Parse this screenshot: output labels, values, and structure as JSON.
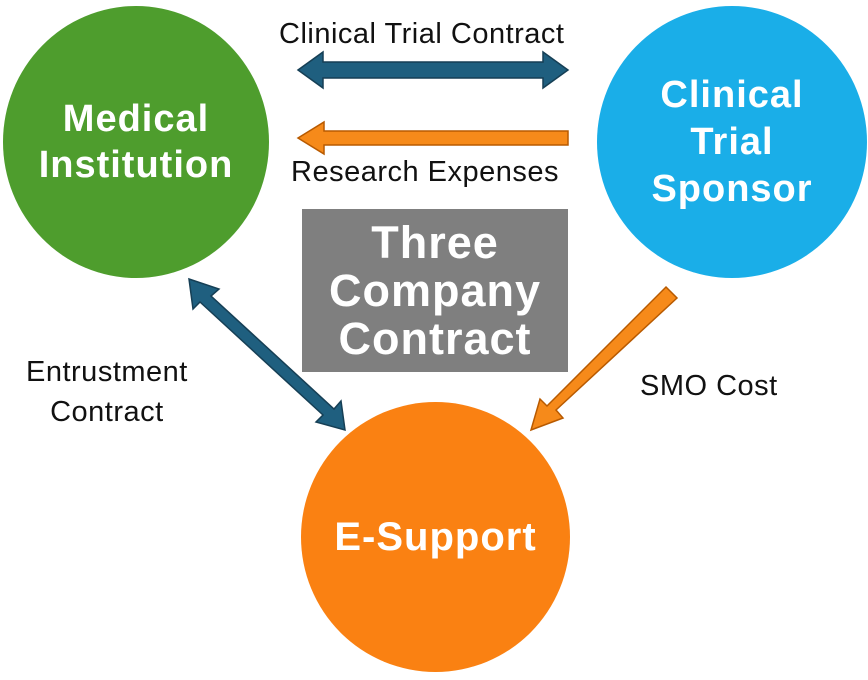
{
  "nodes": {
    "medical": "Medical\nInstitution",
    "sponsor": "Clinical\nTrial\nSponsor",
    "esupport": "E-Support"
  },
  "center": "Three\nCompany\nContract",
  "labels": {
    "clinical_trial_contract": "Clinical Trial Contract",
    "research_expenses": "Research Expenses",
    "entrustment_contract": "Entrustment\nContract",
    "smo_cost": "SMO Cost"
  },
  "colors": {
    "medical": "#4e9d2d",
    "sponsor": "#1aaee8",
    "esupport": "#fa8112",
    "center_box": "#7f7f7f",
    "contract_arrow": "#1f5f7f",
    "cost_arrow": "#f68a1a"
  }
}
